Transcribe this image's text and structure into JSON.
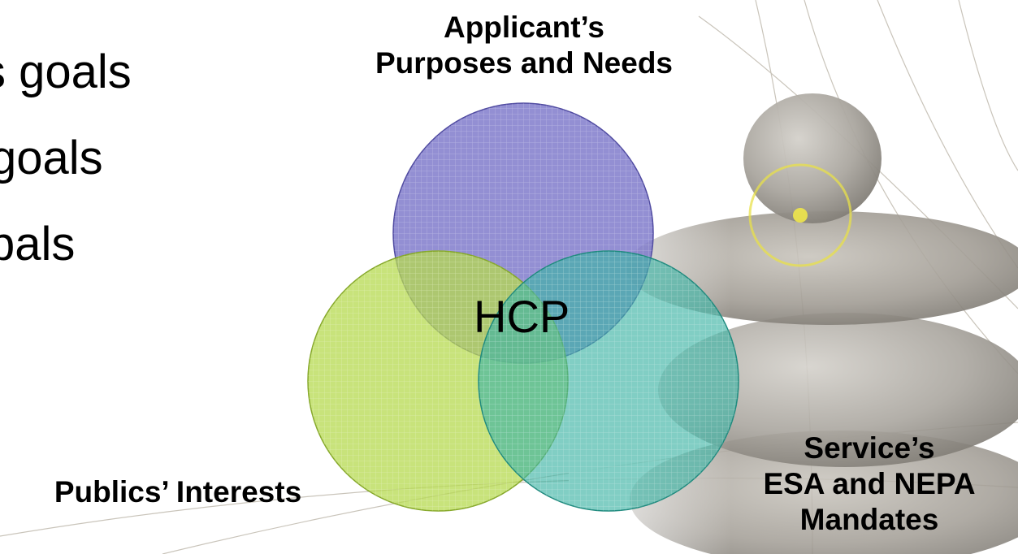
{
  "bullets": [
    "s goals",
    "goals",
    "bals"
  ],
  "labels": {
    "applicant": [
      "Applicant’s",
      "Purposes and Needs"
    ],
    "publics": [
      "Publics’ Interests"
    ],
    "service": [
      "Service’s",
      "ESA and NEPA",
      "Mandates"
    ]
  },
  "center_label": "HCP",
  "colors": {
    "applicant_circle": "#7b76c9",
    "publics_circle": "#b5d94f",
    "service_circle": "#3eb3a4"
  }
}
